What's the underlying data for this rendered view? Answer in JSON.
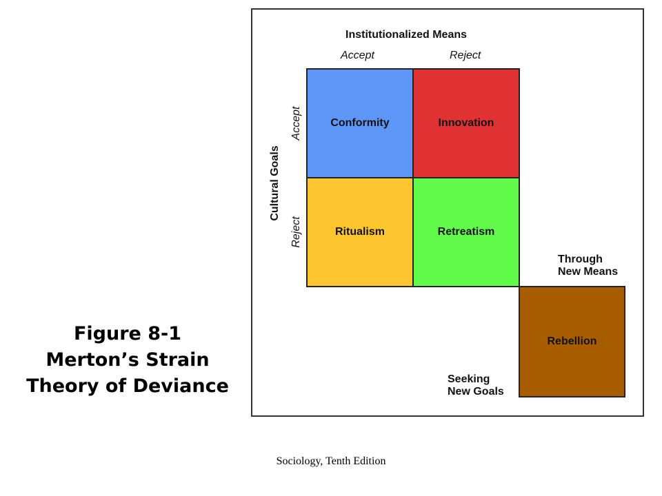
{
  "caption": {
    "line1": "Figure 8-1",
    "line2": "Merton’s Strain",
    "line3": "Theory of Deviance"
  },
  "diagram": {
    "means_title": "Institutionalized Means",
    "means_accept": "Accept",
    "means_reject": "Reject",
    "goals_title": "Cultural Goals",
    "goals_accept": "Accept",
    "goals_reject": "Reject",
    "cells": {
      "conformity": "Conformity",
      "innovation": "Innovation",
      "ritualism": "Ritualism",
      "retreatism": "Retreatism",
      "rebellion": "Rebellion"
    },
    "through_line1": "Through",
    "through_line2": "New Means",
    "seeking_line1": "Seeking",
    "seeking_line2": "New Goals",
    "colors": {
      "conformity": "#5e96f7",
      "innovation": "#e03232",
      "ritualism": "#fdc52f",
      "retreatism": "#62fa4b",
      "rebellion": "#a85c00"
    }
  },
  "footer": "Sociology, Tenth Edition"
}
